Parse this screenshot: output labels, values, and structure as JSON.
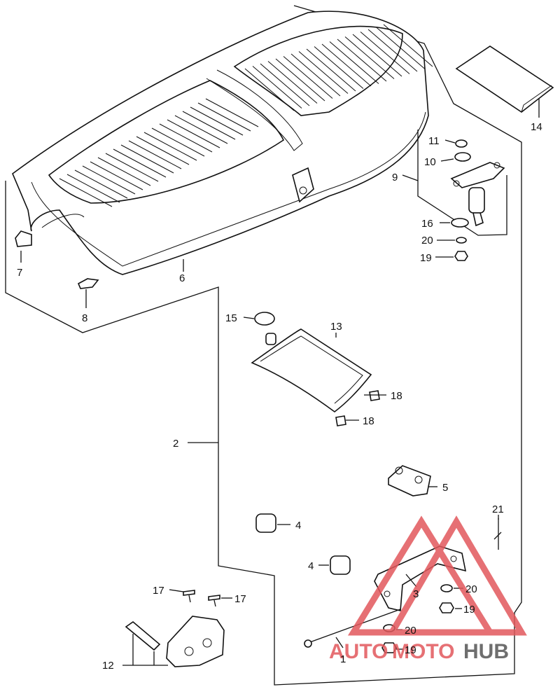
{
  "callouts": {
    "c1": "1",
    "c2": "2",
    "c3": "3",
    "c4a": "4",
    "c4b": "4",
    "c5": "5",
    "c6": "6",
    "c7": "7",
    "c8": "8",
    "c9": "9",
    "c10": "10",
    "c11": "11",
    "c12": "12",
    "c13": "13",
    "c14": "14",
    "c15": "15",
    "c16": "16",
    "c17a": "17",
    "c17b": "17",
    "c18a": "18",
    "c18b": "18",
    "c19a": "19",
    "c19b": "19",
    "c19c": "19",
    "c20a": "20",
    "c20b": "20",
    "c20c": "20",
    "c21": "21"
  },
  "watermark": {
    "part1": "AUTO",
    "part2": "MOTO",
    "part3": "HUB"
  },
  "colors": {
    "watermark_red": "#e2585c",
    "watermark_gray": "#555555",
    "ink": "#111111"
  }
}
